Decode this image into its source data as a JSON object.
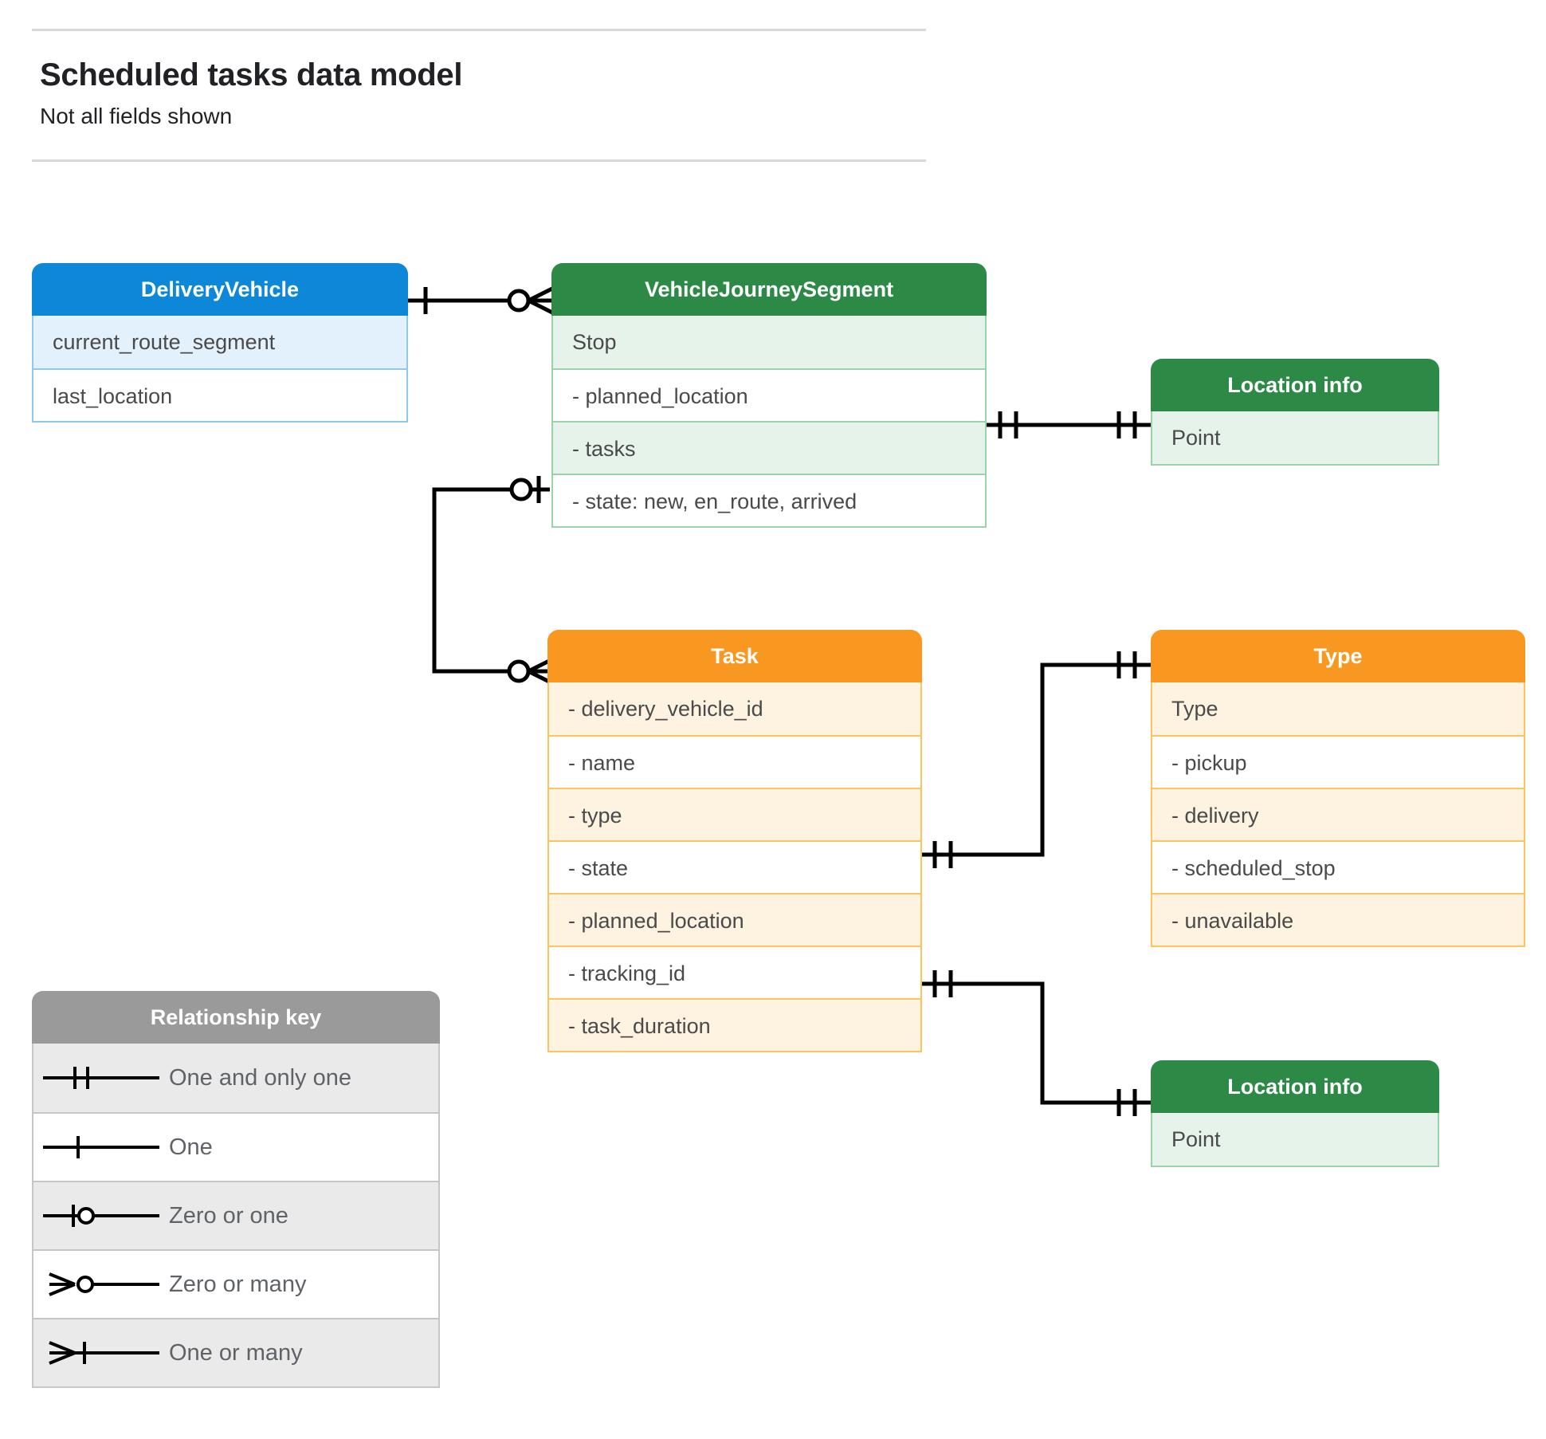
{
  "header": {
    "title": "Scheduled tasks data model",
    "subtitle": "Not all fields shown"
  },
  "colors": {
    "blue_header": "#0d87d8",
    "blue_row_alt": "#e3f1fc",
    "blue_border": "#90c9f0",
    "green_header": "#2d8a46",
    "green_row_alt": "#e6f3ea",
    "green_border": "#9ad3ab",
    "orange_header": "#f89820",
    "orange_row_alt": "#fdf3e0",
    "orange_border": "#fbc45e",
    "gray_header": "#9a9a9a",
    "gray_row_alt": "#eaeaea",
    "gray_border": "#c6c6c6",
    "connector_line": "#000000",
    "text": "#4a4a4a",
    "rule": "#d8d8d8"
  },
  "entities": {
    "delivery_vehicle": {
      "title": "DeliveryVehicle",
      "rows": [
        "current_route_segment",
        "last_location"
      ]
    },
    "vehicle_journey_segment": {
      "title": "VehicleJourneySegment",
      "rows": [
        "Stop",
        "-  planned_location",
        "- tasks",
        "- state: new, en_route, arrived"
      ]
    },
    "location_info_top": {
      "title": "Location info",
      "rows": [
        "Point"
      ]
    },
    "location_info_bottom": {
      "title": "Location info",
      "rows": [
        "Point"
      ]
    },
    "task": {
      "title": "Task",
      "rows": [
        "- delivery_vehicle_id",
        "- name",
        "- type",
        "- state",
        "- planned_location",
        "- tracking_id",
        "- task_duration"
      ]
    },
    "type": {
      "title": "Type",
      "rows": [
        "Type",
        "-   pickup",
        "-   delivery",
        "-   scheduled_stop",
        "-   unavailable"
      ]
    }
  },
  "legend": {
    "title": "Relationship key",
    "items": [
      {
        "symbol": "one-and-only-one",
        "label": "One and only one"
      },
      {
        "symbol": "one",
        "label": "One"
      },
      {
        "symbol": "zero-or-one",
        "label": "Zero or one"
      },
      {
        "symbol": "zero-or-many",
        "label": "Zero or many"
      },
      {
        "symbol": "one-or-many",
        "label": "One or many"
      }
    ]
  },
  "relationships": [
    {
      "name": "deliveryvehicle-to-vehiclejourneysegment",
      "from": "DeliveryVehicle",
      "to": "VehicleJourneySegment",
      "from_cardinality": "One",
      "to_cardinality": "Zero or many"
    },
    {
      "name": "vehiclejourneysegment-plannedlocation-to-locationinfo",
      "from": "VehicleJourneySegment.planned_location",
      "to": "Location info",
      "from_cardinality": "One and only one",
      "to_cardinality": "One and only one"
    },
    {
      "name": "vehiclejourneysegment-tasks-to-task",
      "from": "VehicleJourneySegment.tasks",
      "to": "Task",
      "from_cardinality": "Zero or one",
      "to_cardinality": "Zero or many"
    },
    {
      "name": "task-type-to-type",
      "from": "Task.type",
      "to": "Type",
      "from_cardinality": "One and only one",
      "to_cardinality": "One and only one"
    },
    {
      "name": "task-plannedlocation-to-locationinfo",
      "from": "Task.planned_location",
      "to": "Location info",
      "from_cardinality": "One and only one",
      "to_cardinality": "One and only one"
    }
  ]
}
